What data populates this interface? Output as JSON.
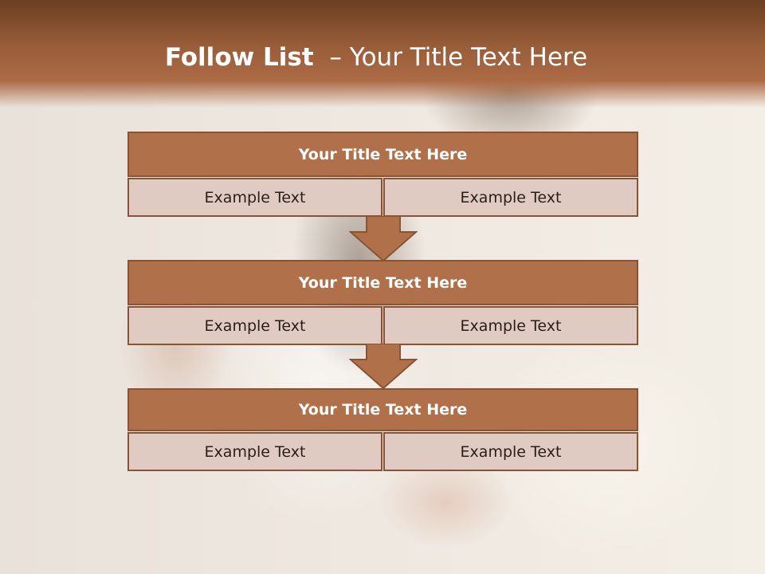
{
  "slide": {
    "title_bold": "Follow List",
    "title_rest": "  – Your Title Text Here",
    "blocks": [
      {
        "title": "Your Title Text Here",
        "left": "Example Text",
        "right": "Example Text"
      },
      {
        "title": "Your Title Text Here",
        "left": "Example Text",
        "right": "Example Text"
      },
      {
        "title": "Your Title Text Here",
        "left": "Example Text",
        "right": "Example Text"
      }
    ]
  },
  "colors": {
    "header": "#9a5e3a",
    "block_title_fill": "#b0714a",
    "block_border": "#8a5334",
    "cell_fill": "#e0cbc3"
  }
}
